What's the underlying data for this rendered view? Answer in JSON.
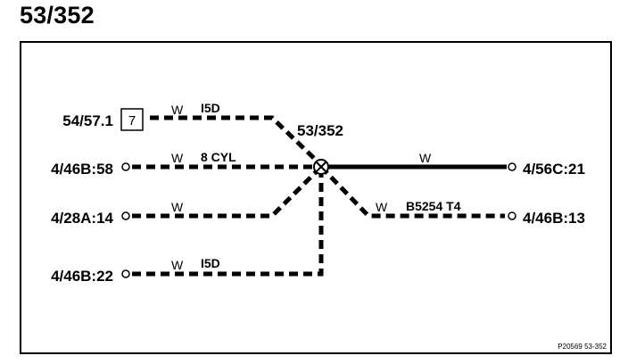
{
  "title": "53/352",
  "connector": {
    "box_number": "7",
    "splice_label": "53/352"
  },
  "wires": [
    {
      "id": "top",
      "endpoint": "54/57.1",
      "color_code": "W",
      "variant": "I5D"
    },
    {
      "id": "mid",
      "endpoint": "4/46B:58",
      "color_code": "W",
      "variant": "8 CYL"
    },
    {
      "id": "lower",
      "endpoint": "4/28A:14",
      "color_code": "W",
      "variant": ""
    },
    {
      "id": "bottom",
      "endpoint": "4/46B:22",
      "color_code": "W",
      "variant": "I5D"
    },
    {
      "id": "right-solid",
      "endpoint": "4/56C:21",
      "color_code": "W",
      "variant": ""
    },
    {
      "id": "right-dashed",
      "endpoint": "4/46B:13",
      "color_code": "W",
      "variant": "B5254 T4"
    }
  ],
  "footer_ref": "P20569  53-352"
}
